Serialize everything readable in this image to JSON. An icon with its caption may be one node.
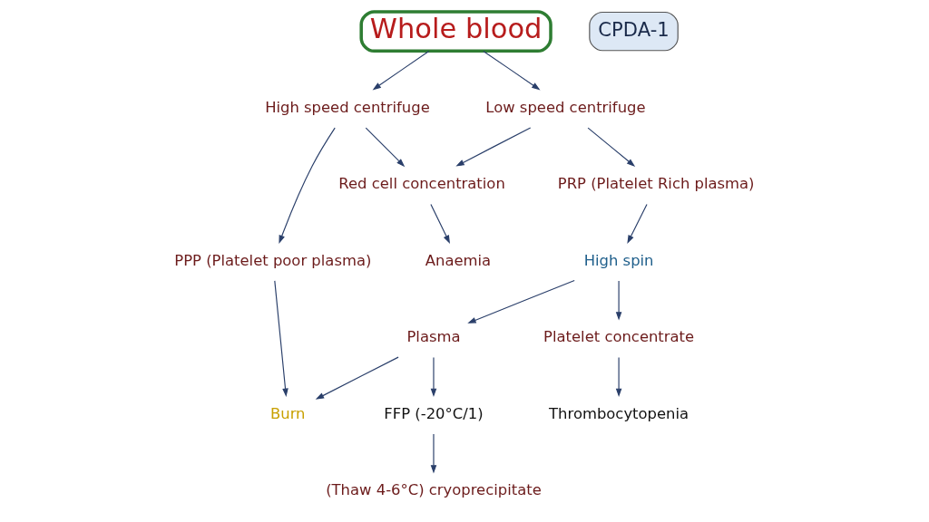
{
  "diagram": {
    "nodes": [
      {
        "text": [
          "Whole blood"
        ]
      },
      {
        "text": [
          "CPDA-1"
        ]
      },
      {
        "text": [
          "High speed centrifuge"
        ]
      },
      {
        "text": [
          "Low speed centrifuge"
        ]
      },
      {
        "text": [
          "PPP (Platelet poor plasma)"
        ]
      },
      {
        "text": [
          "Red cell concentration"
        ]
      },
      {
        "text": [
          "Anaemia"
        ]
      },
      {
        "text": [
          "PRP (Platelet Rich plasma)"
        ]
      },
      {
        "text": [
          "High spin"
        ]
      },
      {
        "text": [
          "Plasma"
        ]
      },
      {
        "text": [
          "Platelet concentrate"
        ]
      },
      {
        "text": [
          "Thrombocytopenia"
        ]
      },
      {
        "text": [
          "Burn"
        ]
      },
      {
        "text": [
          "FFP (-20°C/1)"
        ]
      },
      {
        "text": [
          "(Thaw 4-6°C) cryoprecipitate"
        ]
      }
    ],
    "edges": [
      {
        "from": 0,
        "to": 2,
        "arrow": "to"
      },
      {
        "from": 0,
        "to": 3,
        "arrow": "to"
      },
      {
        "from": 2,
        "to": 4,
        "arrow": "to"
      },
      {
        "from": 2,
        "to": 5,
        "arrow": "to"
      },
      {
        "from": 3,
        "to": 5,
        "arrow": "to"
      },
      {
        "from": 3,
        "to": 7,
        "arrow": "to"
      },
      {
        "from": 5,
        "to": 6,
        "arrow": "to"
      },
      {
        "from": 7,
        "to": 8,
        "arrow": "to"
      },
      {
        "from": 8,
        "to": 9,
        "arrow": "to"
      },
      {
        "from": 8,
        "to": 10,
        "arrow": "to"
      },
      {
        "from": 10,
        "to": 11,
        "arrow": "to"
      },
      {
        "from": 9,
        "to": 12,
        "arrow": "to"
      },
      {
        "from": 9,
        "to": 13,
        "arrow": "to"
      },
      {
        "from": 4,
        "to": 12,
        "arrow": "to"
      },
      {
        "from": 13,
        "to": 14,
        "arrow": "to"
      }
    ]
  }
}
